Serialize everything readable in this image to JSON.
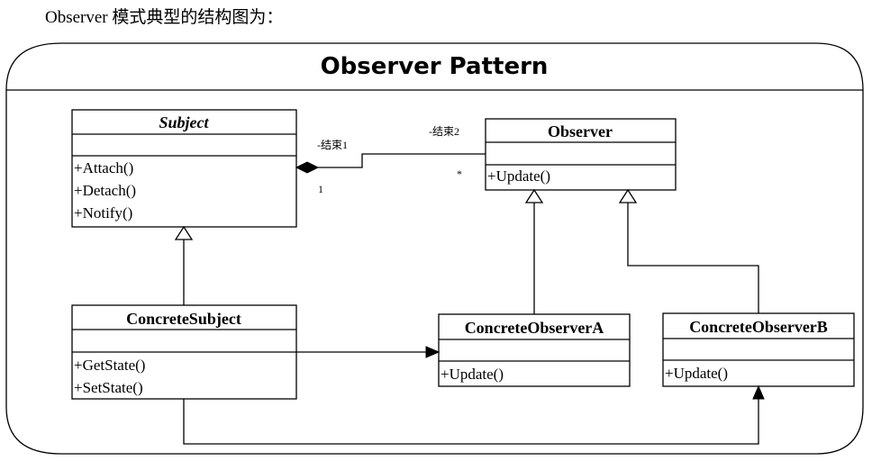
{
  "caption": "Observer 模式典型的结构图为：",
  "frame_title": "Observer Pattern",
  "subject": {
    "name": "Subject",
    "ops": [
      "+Attach()",
      "+Detach()",
      "+Notify()"
    ]
  },
  "observer": {
    "name": "Observer",
    "ops": [
      "+Update()"
    ]
  },
  "concrete_subject": {
    "name": "ConcreteSubject",
    "ops": [
      "+GetState()",
      "+SetState()"
    ]
  },
  "concrete_observer_a": {
    "name": "ConcreteObserverA",
    "ops": [
      "+Update()"
    ]
  },
  "concrete_observer_b": {
    "name": "ConcreteObserverB",
    "ops": [
      "+Update()"
    ]
  },
  "association": {
    "end1_label": "-结束1",
    "end1_mult": "1",
    "end2_label": "-结束2",
    "end2_mult": "*"
  }
}
